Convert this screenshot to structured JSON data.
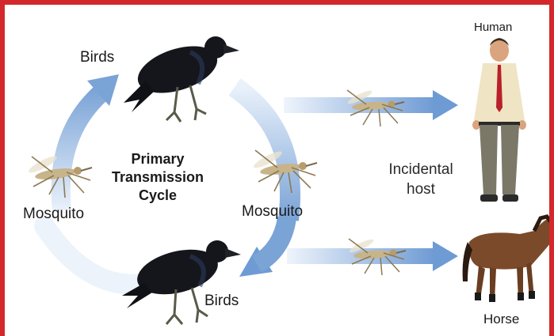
{
  "diagram": {
    "title_lines": [
      "Primary",
      "Transmission",
      "Cycle"
    ],
    "labels": {
      "birds_top": "Birds",
      "birds_bottom": "Birds",
      "mosquito_left": "Mosquito",
      "mosquito_right": "Mosquito",
      "human": "Human",
      "horse": "Horse",
      "incidental_host_lines": [
        "Incidental",
        "host"
      ]
    },
    "colors": {
      "frame": "#d3282b",
      "arrow": "#7ea6d8",
      "arrow_fade": "#e8f0fa",
      "bird": "#14161c",
      "horse": "#7a4a2a"
    },
    "icons": [
      "crow-icon",
      "mosquito-icon",
      "human-icon",
      "horse-icon",
      "arrow-icon"
    ]
  }
}
